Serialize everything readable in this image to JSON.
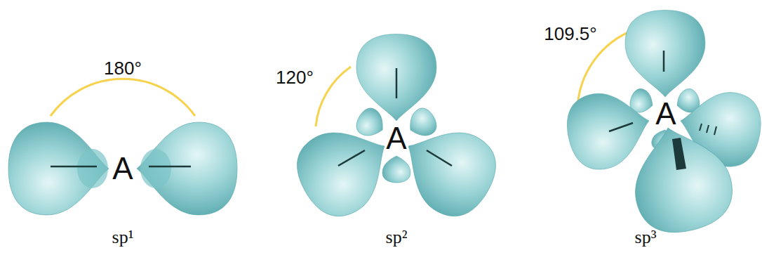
{
  "diagram": {
    "labels": [
      "180°",
      "A",
      "sp¹",
      "120°",
      "A",
      "sp²",
      "109.5°",
      "A",
      "sp³"
    ]
  }
}
